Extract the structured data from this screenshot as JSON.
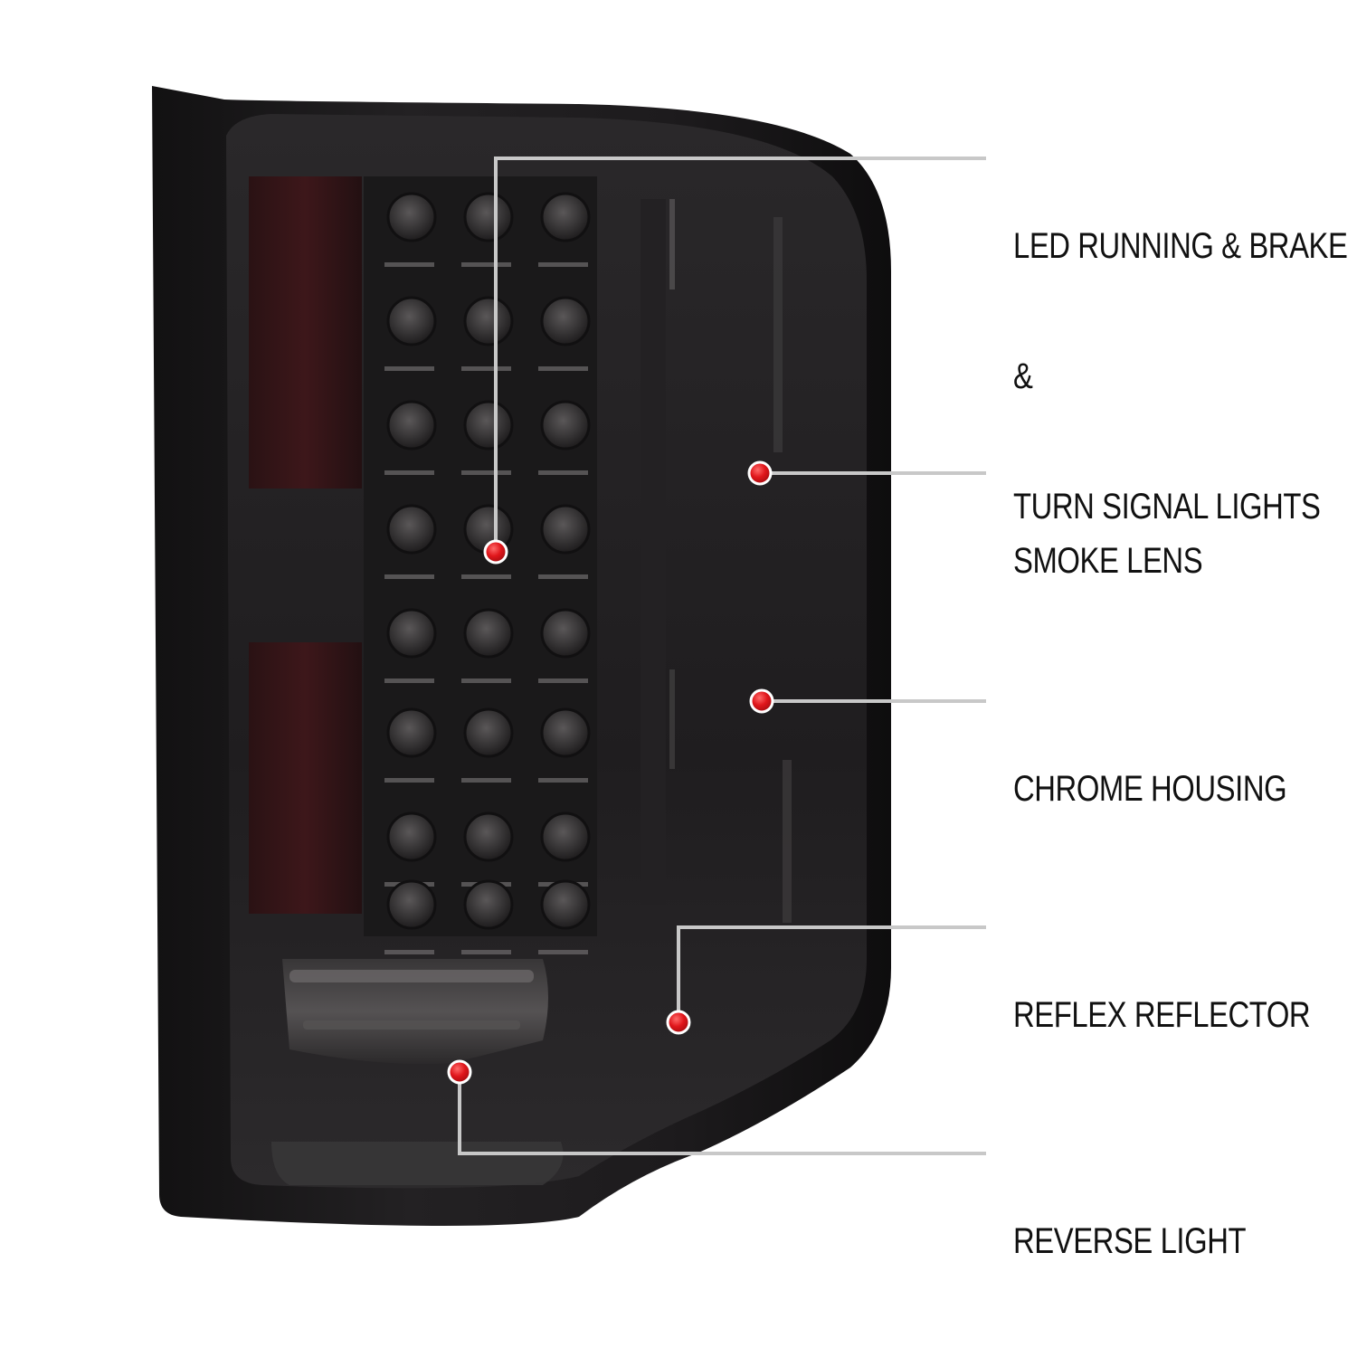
{
  "callouts": [
    {
      "id": "led",
      "lines": [
        "LED RUNNING & BRAKE",
        "&",
        "TURN SIGNAL LIGHTS"
      ]
    },
    {
      "id": "smoke",
      "lines": [
        "SMOKE LENS"
      ]
    },
    {
      "id": "chrome",
      "lines": [
        "CHROME HOUSING"
      ]
    },
    {
      "id": "reflex",
      "lines": [
        "REFLEX REFLECTOR"
      ]
    },
    {
      "id": "reverse",
      "lines": [
        "REVERSE LIGHT"
      ]
    }
  ],
  "colors": {
    "background": "#ffffff",
    "lens_dark": "#1c1b1c",
    "lens_mid": "#2e2c2e",
    "red_tint": "#3a1518",
    "leader_line": "#c8c8c8",
    "marker": "#e0161b",
    "text": "#111111"
  }
}
